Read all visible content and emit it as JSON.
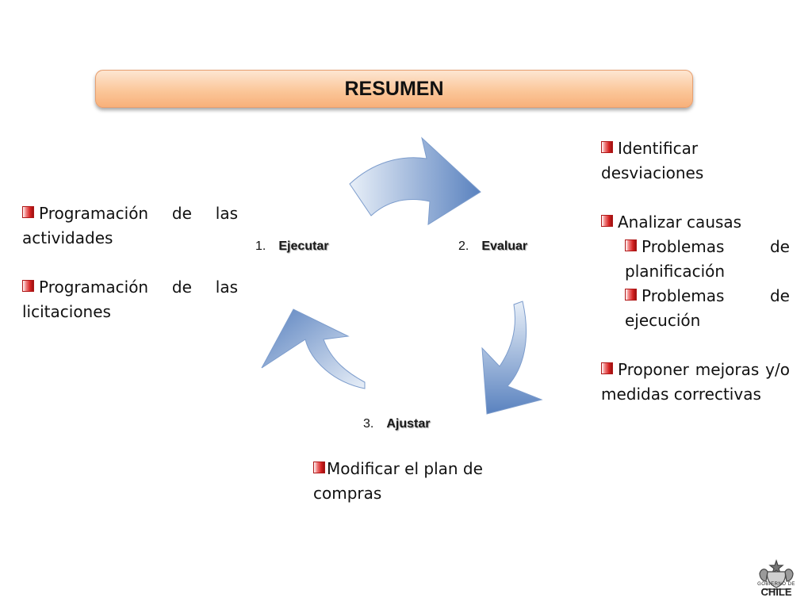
{
  "title": "RESUMEN",
  "cycle": {
    "steps": [
      {
        "number": "1.",
        "label": "Ejecutar"
      },
      {
        "number": "2.",
        "label": "Evaluar"
      },
      {
        "number": "3.",
        "label": "Ajustar"
      }
    ]
  },
  "left_list": [
    "Programación de las actividades",
    "Programación de las licitaciones"
  ],
  "right_list": {
    "item1": "Identificar desviaciones",
    "item2": "Analizar causas",
    "sub1": "Problemas de planificación",
    "sub2": "Problemas de ejecución",
    "item3": "Proponer mejoras y/o medidas correctivas"
  },
  "bottom_list": [
    "Modificar el plan de compras"
  ],
  "logo": {
    "line1": "GOBIERNO DE",
    "line2": "CHILE"
  },
  "colors": {
    "arrow_light": "#e6eef8",
    "arrow_dark": "#4f79b8",
    "title_bg": "#fbc79a",
    "bullet": "#d42020"
  }
}
